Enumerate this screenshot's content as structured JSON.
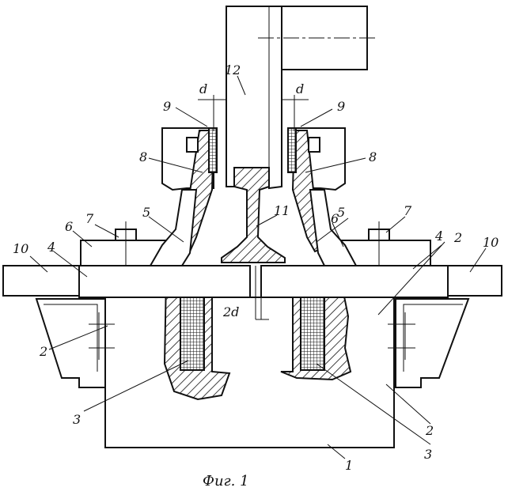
{
  "caption": "Фиг. 1",
  "labels": {
    "n1": "1",
    "n2a": "2",
    "n2b": "2",
    "n2c": "2",
    "n3a": "3",
    "n3b": "3",
    "n4a": "4",
    "n4b": "4",
    "n5a": "5",
    "n5b": "5",
    "n6a": "6",
    "n6b": "6",
    "n7a": "7",
    "n7b": "7",
    "n8a": "8",
    "n8b": "8",
    "n9a": "9",
    "n9b": "9",
    "n10a": "10",
    "n10b": "10",
    "n11": "11",
    "n12": "12",
    "da": "d",
    "db": "d",
    "d2": "2d"
  }
}
